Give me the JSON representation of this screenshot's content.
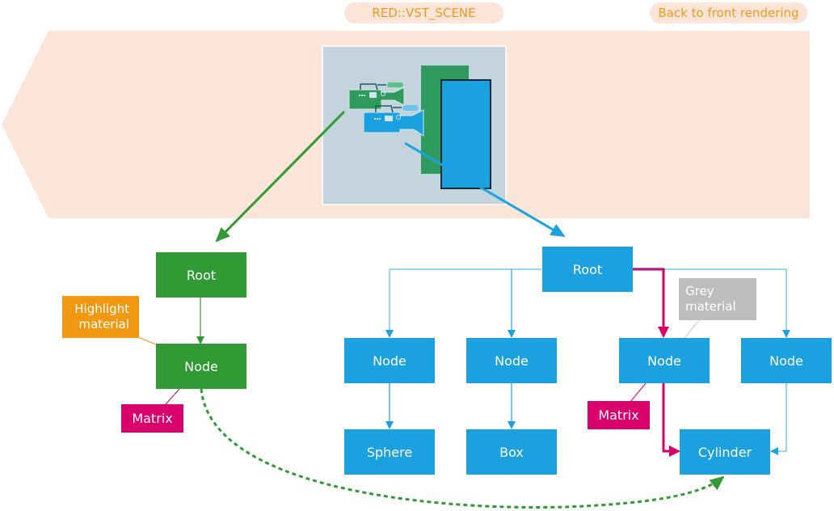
{
  "header": {
    "scene_label": "RED::VST_SCENE",
    "back_button_label": "Back to front rendering"
  },
  "colors": {
    "band": "#fbe5d9",
    "viewport": "#c3d4dc",
    "green": "#329a35",
    "blue": "#1ba0e0",
    "magenta": "#d9006c",
    "orange": "#f09812",
    "grey": "#bdbdbd",
    "accent_text": "#ef9a1b"
  },
  "viewport": {
    "icons": [
      "video-camera-green-icon",
      "video-camera-blue-icon"
    ],
    "shapes": [
      "green-rectangle",
      "blue-rectangle"
    ]
  },
  "left_tree": {
    "root": "Root",
    "node": "Node",
    "highlight_material": "Highlight\nmaterial",
    "matrix": "Matrix"
  },
  "right_tree": {
    "root": "Root",
    "nodes": [
      "Node",
      "Node",
      "Node",
      "Node"
    ],
    "sphere": "Sphere",
    "box": "Box",
    "cylinder": "Cylinder",
    "grey_material": "Grey\nmaterial",
    "matrix": "Matrix"
  }
}
